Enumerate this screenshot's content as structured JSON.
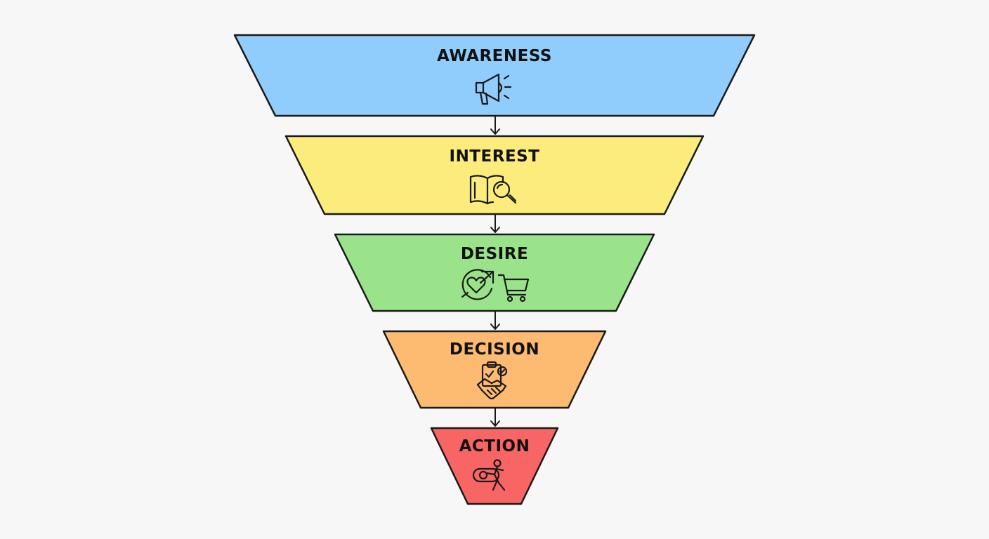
{
  "funnel": {
    "stages": [
      {
        "id": "awareness",
        "label": "AWARENESS",
        "color": "#90cdfc",
        "icon": "megaphone-icon"
      },
      {
        "id": "interest",
        "label": "INTEREST",
        "color": "#fbec7c",
        "icon": "book-magnifier-icon"
      },
      {
        "id": "desire",
        "label": "DESIRE",
        "color": "#9be38a",
        "icon": "heart-cycle-cart-icon"
      },
      {
        "id": "decision",
        "label": "DECISION",
        "color": "#fdbb72",
        "icon": "clipboard-handshake-icon"
      },
      {
        "id": "action",
        "label": "ACTION",
        "color": "#f86565",
        "icon": "person-pushing-button-icon"
      }
    ]
  }
}
